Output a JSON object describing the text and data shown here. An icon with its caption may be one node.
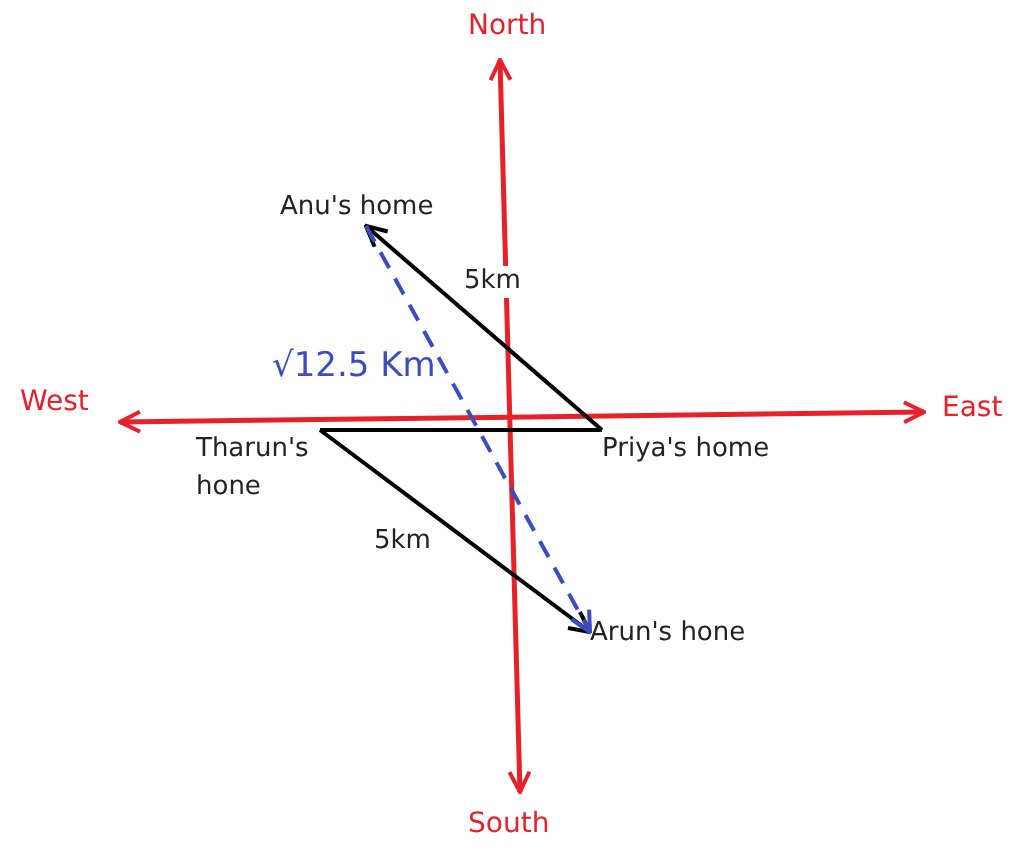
{
  "diagram": {
    "nodes": [
      {
        "text": [
          "Anu's home"
        ]
      },
      {
        "text": [
          "Tharun's hone"
        ]
      },
      {
        "text": [
          "Priya's home"
        ]
      },
      {
        "text": [
          "Arun's hone"
        ]
      }
    ],
    "edges": [
      {
        "from": 2,
        "to": 0,
        "arrow": "to",
        "label": "5km"
      },
      {
        "from": 1,
        "to": 2,
        "arrow": "none"
      },
      {
        "from": 1,
        "to": 3,
        "arrow": "to",
        "label": "5km"
      },
      {
        "from": 0,
        "to": 3,
        "arrow": "to",
        "label": "√12.5 Km",
        "style": "dashed",
        "color": "#3b4cc0"
      }
    ],
    "labels": [
      "North",
      "West",
      "East",
      "South"
    ]
  }
}
